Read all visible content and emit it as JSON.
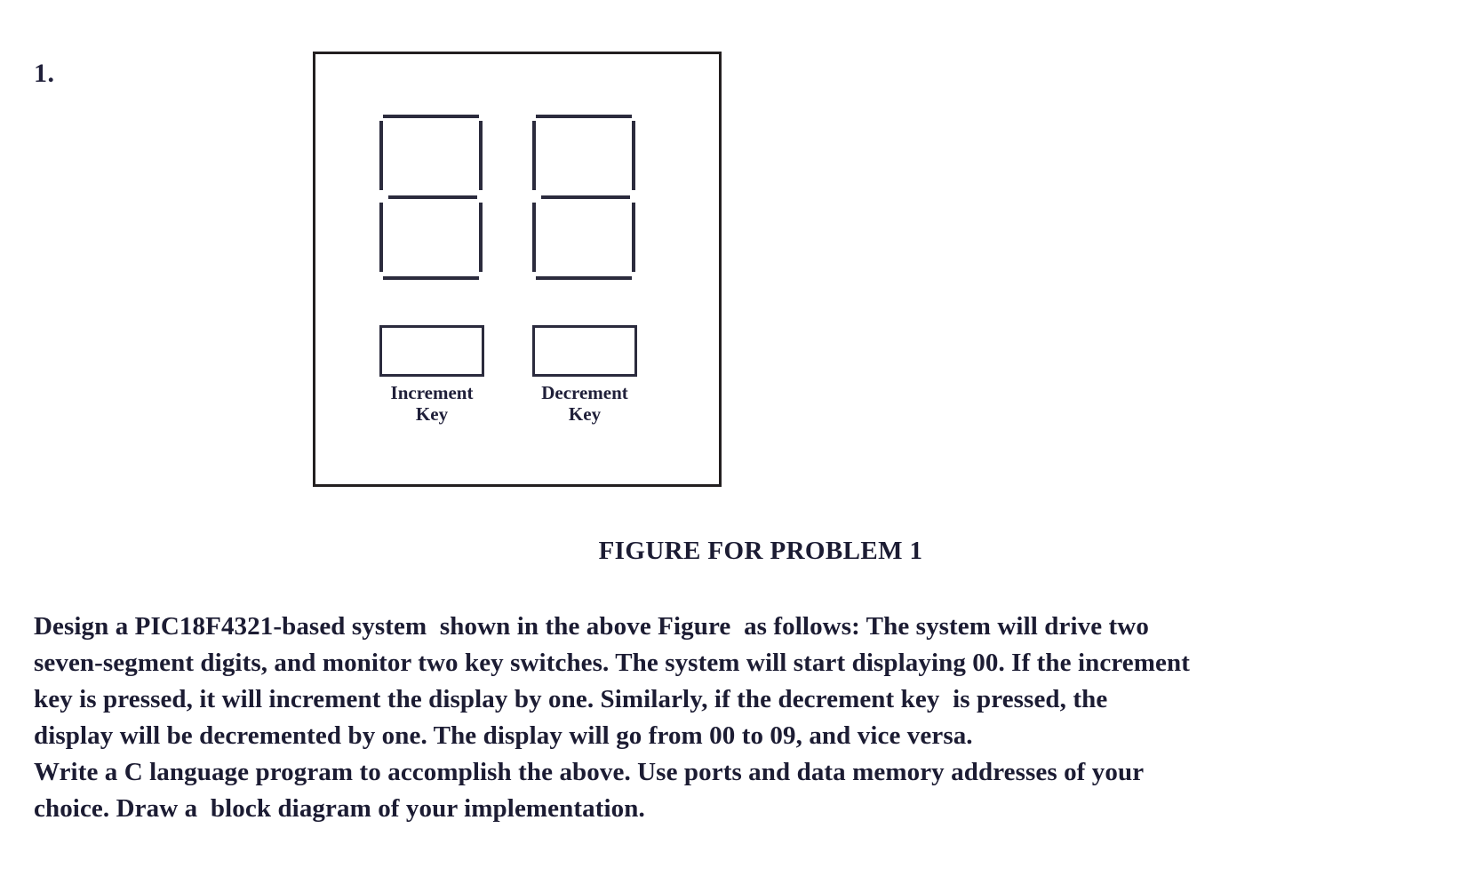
{
  "page": {
    "background_color": "#ffffff",
    "ink_color": "#1c1c33"
  },
  "problem": {
    "number_label": "1.",
    "caption": "FIGURE FOR PROBLEM 1",
    "body_lines": [
      "Design a PIC18F4321-based system  shown in the above Figure  as follows: The system will drive two",
      "seven-segment digits, and monitor two key switches. The system will start displaying 00. If the increment",
      "key is pressed, it will increment the display by one. Similarly, if the decrement key  is pressed, the",
      "display will be decremented by one. The display will go from 00 to 09, and vice versa.",
      "Write a C language program to accomplish the above. Use ports and data memory addresses of your",
      "choice. Draw a  block diagram of your implementation."
    ]
  },
  "figure": {
    "border_color": "#231f20",
    "displays": [
      {
        "name": "seven-segment-digit-left",
        "segments": [
          "a",
          "b",
          "c",
          "d",
          "e",
          "f",
          "g"
        ],
        "segment_color": "#2b2b3d"
      },
      {
        "name": "seven-segment-digit-right",
        "segments": [
          "a",
          "b",
          "c",
          "d",
          "e",
          "f",
          "g"
        ],
        "segment_color": "#2b2b3d"
      }
    ],
    "keys": [
      {
        "label": "Increment\nKey",
        "label_line_1": "Increment",
        "label_line_2": "Key"
      },
      {
        "label": "Decrement\nKey",
        "label_line_1": "Decrement",
        "label_line_2": "Key"
      }
    ]
  }
}
